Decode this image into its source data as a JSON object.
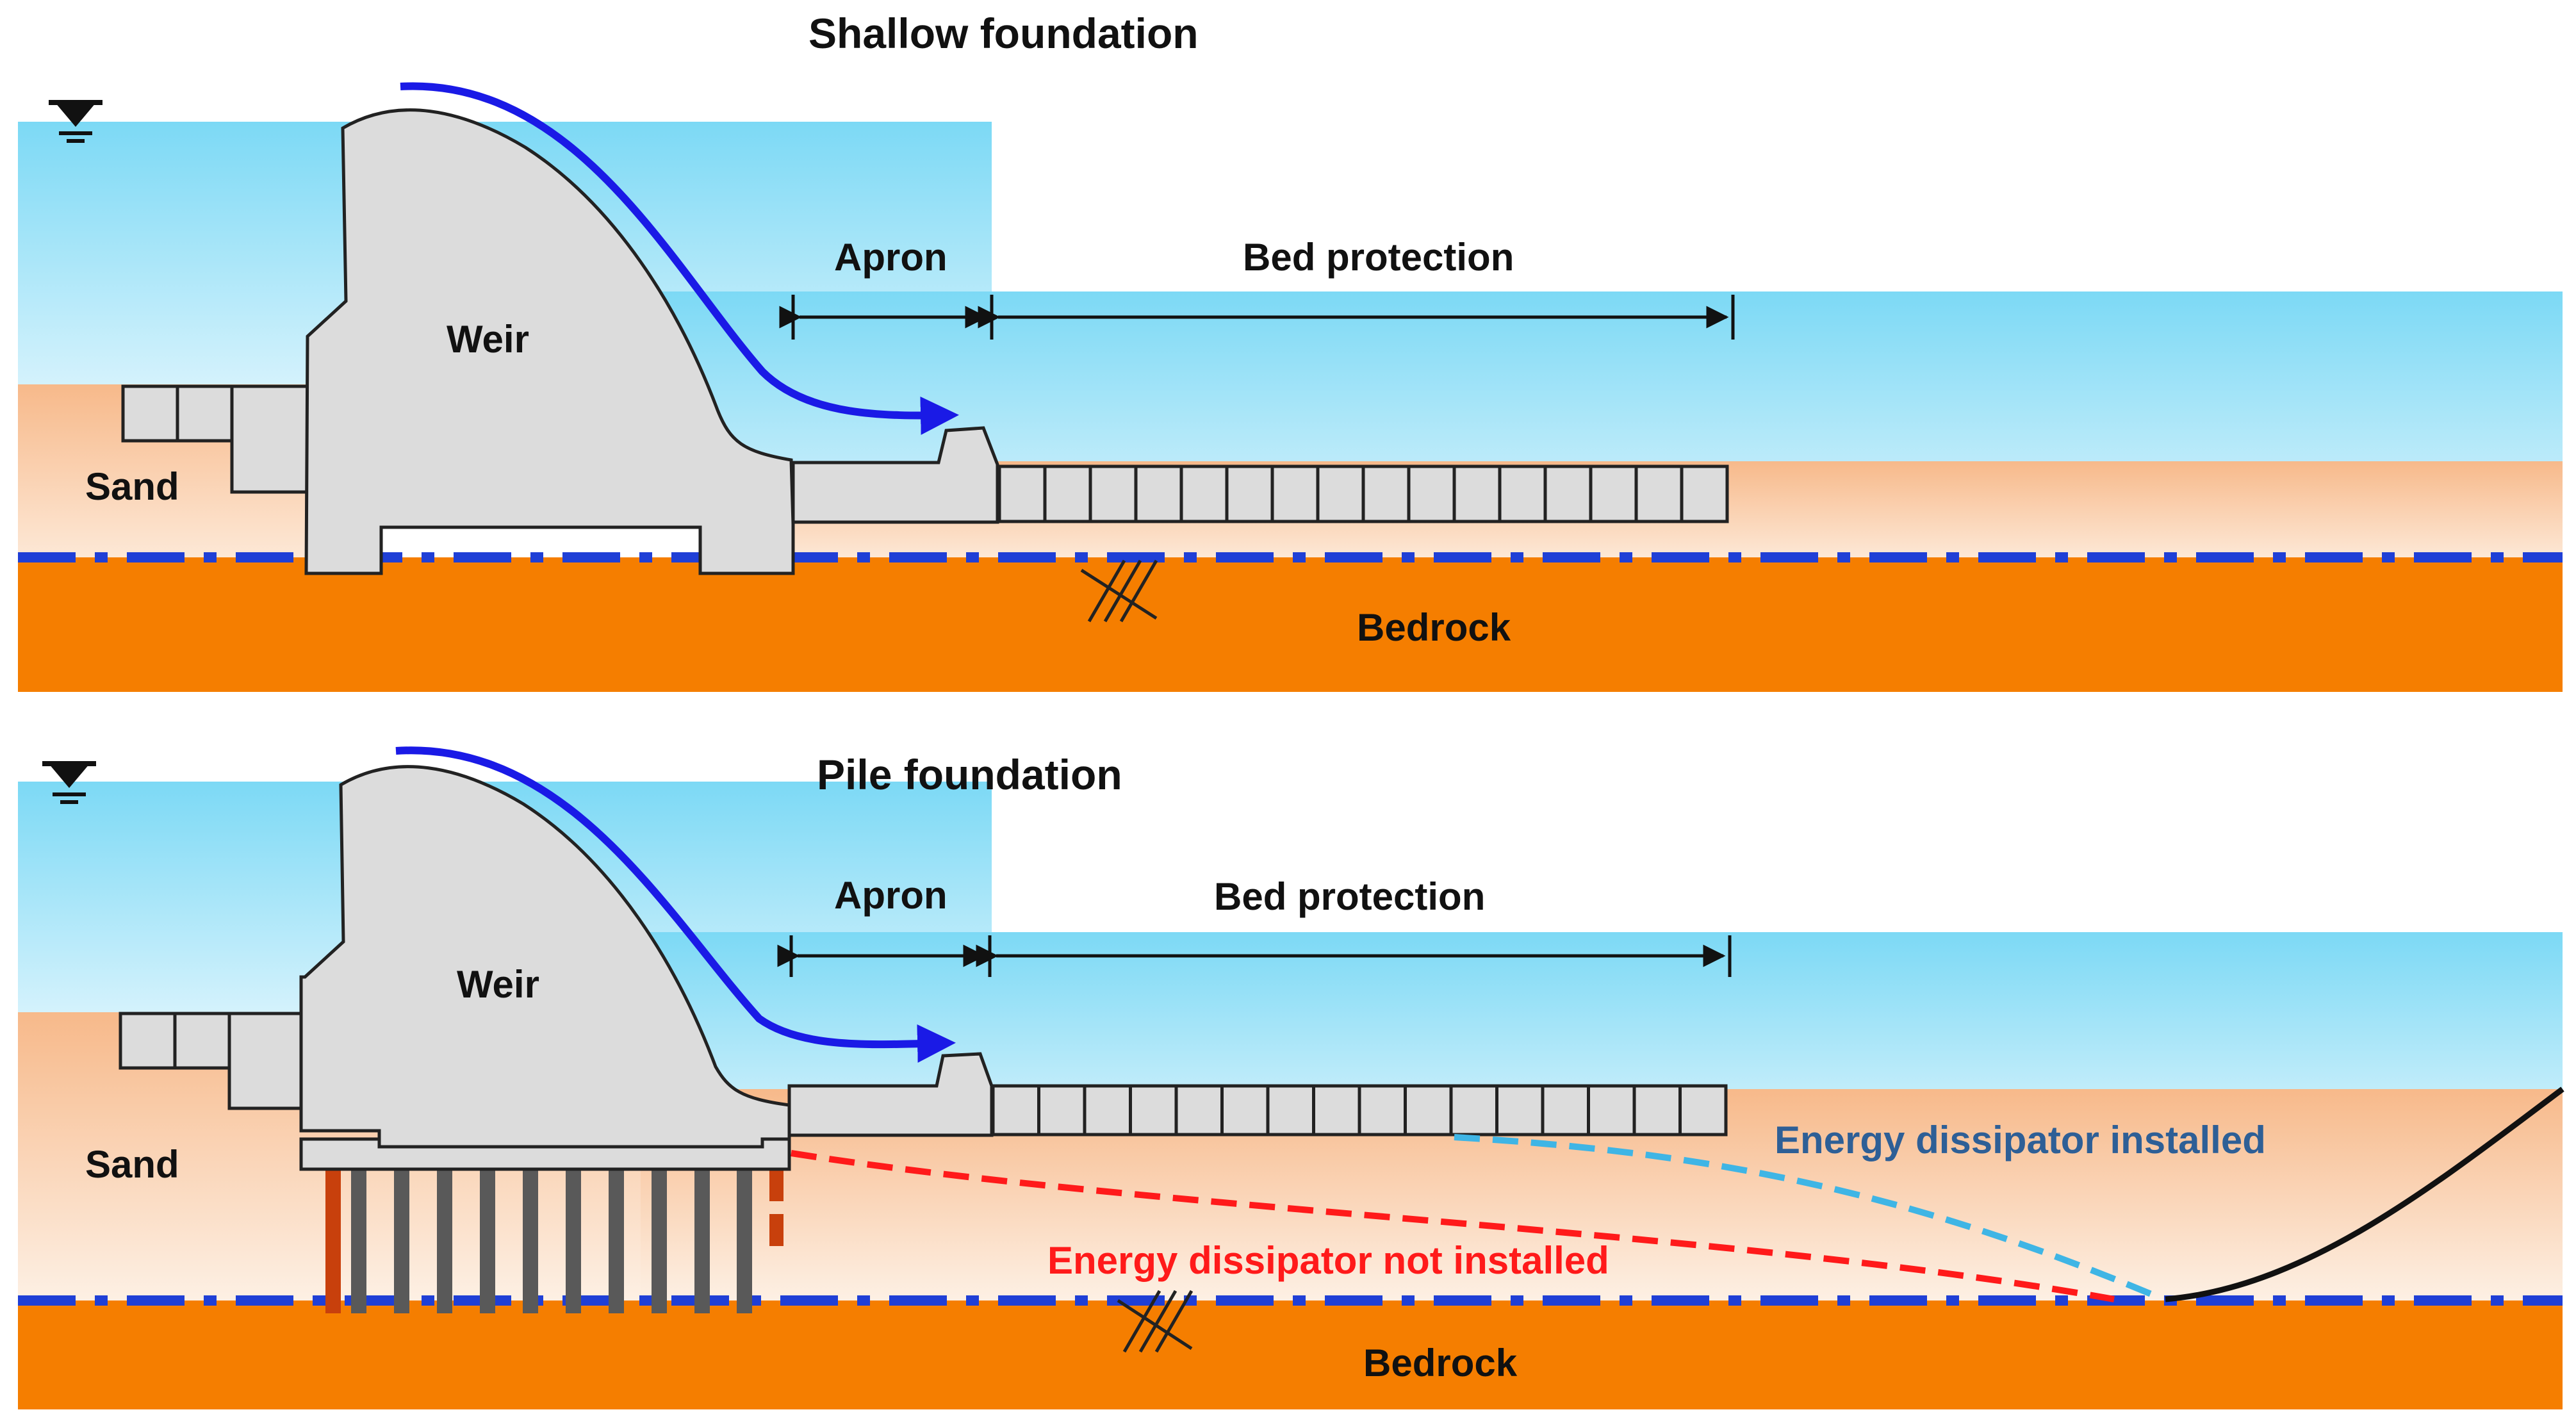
{
  "top_panel": {
    "title": "Shallow foundation",
    "weir_label": "Weir",
    "apron_label": "Apron",
    "bed_protection_label": "Bed protection",
    "sand_label": "Sand",
    "bedrock_label": "Bedrock"
  },
  "bottom_panel": {
    "title": "Pile foundation",
    "weir_label": "Weir",
    "apron_label": "Apron",
    "bed_protection_label": "Bed protection",
    "sand_label": "Sand",
    "bedrock_label": "Bedrock",
    "dissipator_installed_label": "Energy dissipator installed",
    "dissipator_not_installed_label": "Energy dissipator not installed"
  },
  "colors": {
    "water": "#8ee0f8",
    "sand": "#f9c8a0",
    "bedrock": "#f57e00",
    "concrete": "#dcdcdc",
    "flow_arrow": "#1a1ae6",
    "bedrock_line": "#1f3fd6",
    "scour_not_installed": "#ff1a1a",
    "scour_installed": "#3fb5e5",
    "pile_grey": "#595959",
    "pile_red": "#c8400c"
  },
  "icons": [
    "water-level-icon",
    "flow-arrow-icon",
    "rock-hatch-icon"
  ]
}
